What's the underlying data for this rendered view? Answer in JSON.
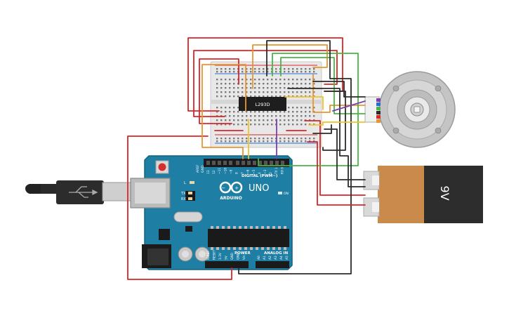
{
  "chip": {
    "label": "L293D"
  },
  "arduino": {
    "logo": "UNO",
    "brand": "ARDUINO",
    "digital_label": "DIGITAL (PWM~)",
    "on_label": "ON",
    "power_label": "POWER",
    "analog_label": "ANALOG IN",
    "aref_label": "AREF",
    "gnd_label": "GND",
    "led_l_label": "L",
    "tx_label": "TX",
    "rx_label": "RX",
    "digital_pins": [
      "13",
      "12",
      "~11",
      "~10",
      "~9",
      "8",
      "7",
      "~6",
      "~5",
      "4",
      "~3",
      "2",
      "TX 1",
      "RX 0"
    ],
    "power_pins": [
      "IOREF",
      "RESET",
      "3.3V",
      "5V",
      "GND",
      "GND",
      "Vin"
    ],
    "analog_pins": [
      "A0",
      "A1",
      "A2",
      "A3",
      "A4",
      "A5"
    ]
  },
  "battery": {
    "label": "9V"
  },
  "colors": {
    "wire_red": "#d9262a",
    "wire_black": "#2b2b2b",
    "wire_orange": "#e8962e",
    "wire_green": "#49b447",
    "wire_purple": "#7b3fb0",
    "wire_yellow": "#efc32a",
    "board_blue": "#1f7ea3",
    "battery_orange": "#c98a4b"
  },
  "icons": [
    "usb-cable-icon",
    "usb-symbol-icon",
    "infinity-logo-icon",
    "motor-icon"
  ]
}
